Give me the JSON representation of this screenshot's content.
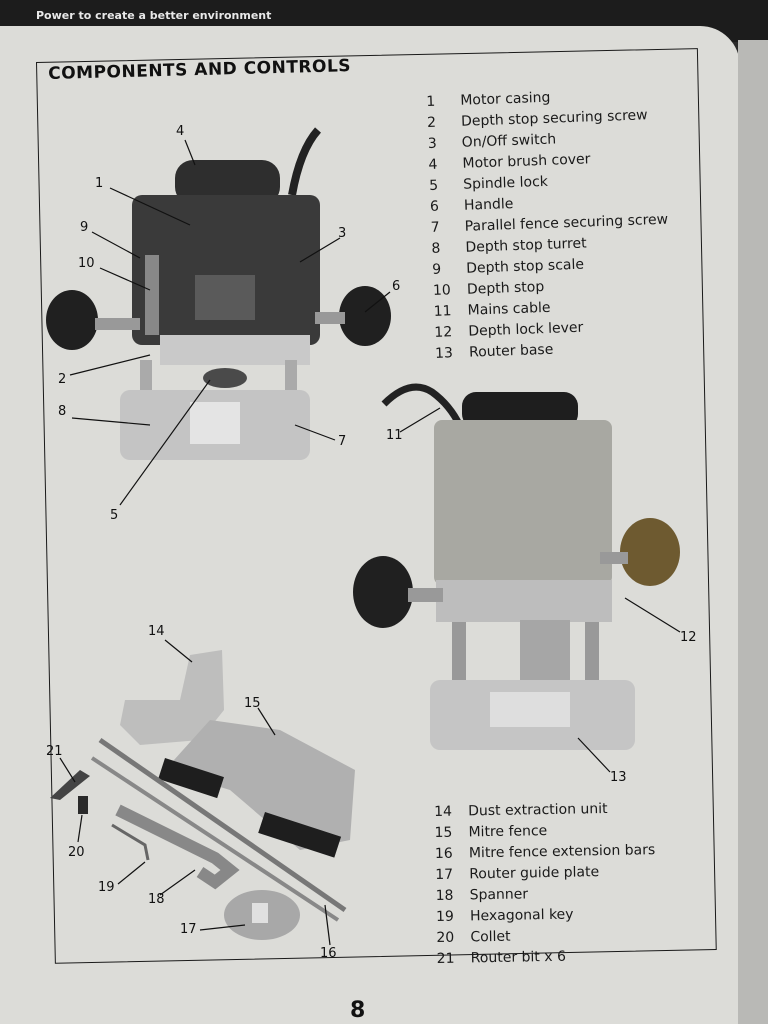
{
  "header": {
    "tagline": "Power to create a better environment"
  },
  "section": {
    "title": "COMPONENTS AND CONTROLS"
  },
  "components_top": [
    {
      "num": "1",
      "label": "Motor casing"
    },
    {
      "num": "2",
      "label": "Depth stop securing screw"
    },
    {
      "num": "3",
      "label": "On/Off switch"
    },
    {
      "num": "4",
      "label": "Motor brush cover"
    },
    {
      "num": "5",
      "label": "Spindle lock"
    },
    {
      "num": "6",
      "label": "Handle"
    },
    {
      "num": "7",
      "label": "Parallel fence securing screw"
    },
    {
      "num": "8",
      "label": "Depth stop turret"
    },
    {
      "num": "9",
      "label": "Depth stop scale"
    },
    {
      "num": "10",
      "label": "Depth stop"
    },
    {
      "num": "11",
      "label": "Mains cable"
    },
    {
      "num": "12",
      "label": "Depth lock lever"
    },
    {
      "num": "13",
      "label": "Router base"
    }
  ],
  "components_bottom": [
    {
      "num": "14",
      "label": "Dust extraction unit"
    },
    {
      "num": "15",
      "label": "Mitre fence"
    },
    {
      "num": "16",
      "label": "Mitre fence extension bars"
    },
    {
      "num": "17",
      "label": "Router guide plate"
    },
    {
      "num": "18",
      "label": "Spanner"
    },
    {
      "num": "19",
      "label": "Hexagonal key"
    },
    {
      "num": "20",
      "label": "Collet"
    },
    {
      "num": "21",
      "label": "Router bit x 6"
    }
  ],
  "callouts": [
    "1",
    "2",
    "3",
    "4",
    "5",
    "6",
    "7",
    "8",
    "9",
    "10",
    "11",
    "12",
    "13",
    "14",
    "15",
    "16",
    "17",
    "18",
    "19",
    "20",
    "21"
  ],
  "page_number": "8"
}
